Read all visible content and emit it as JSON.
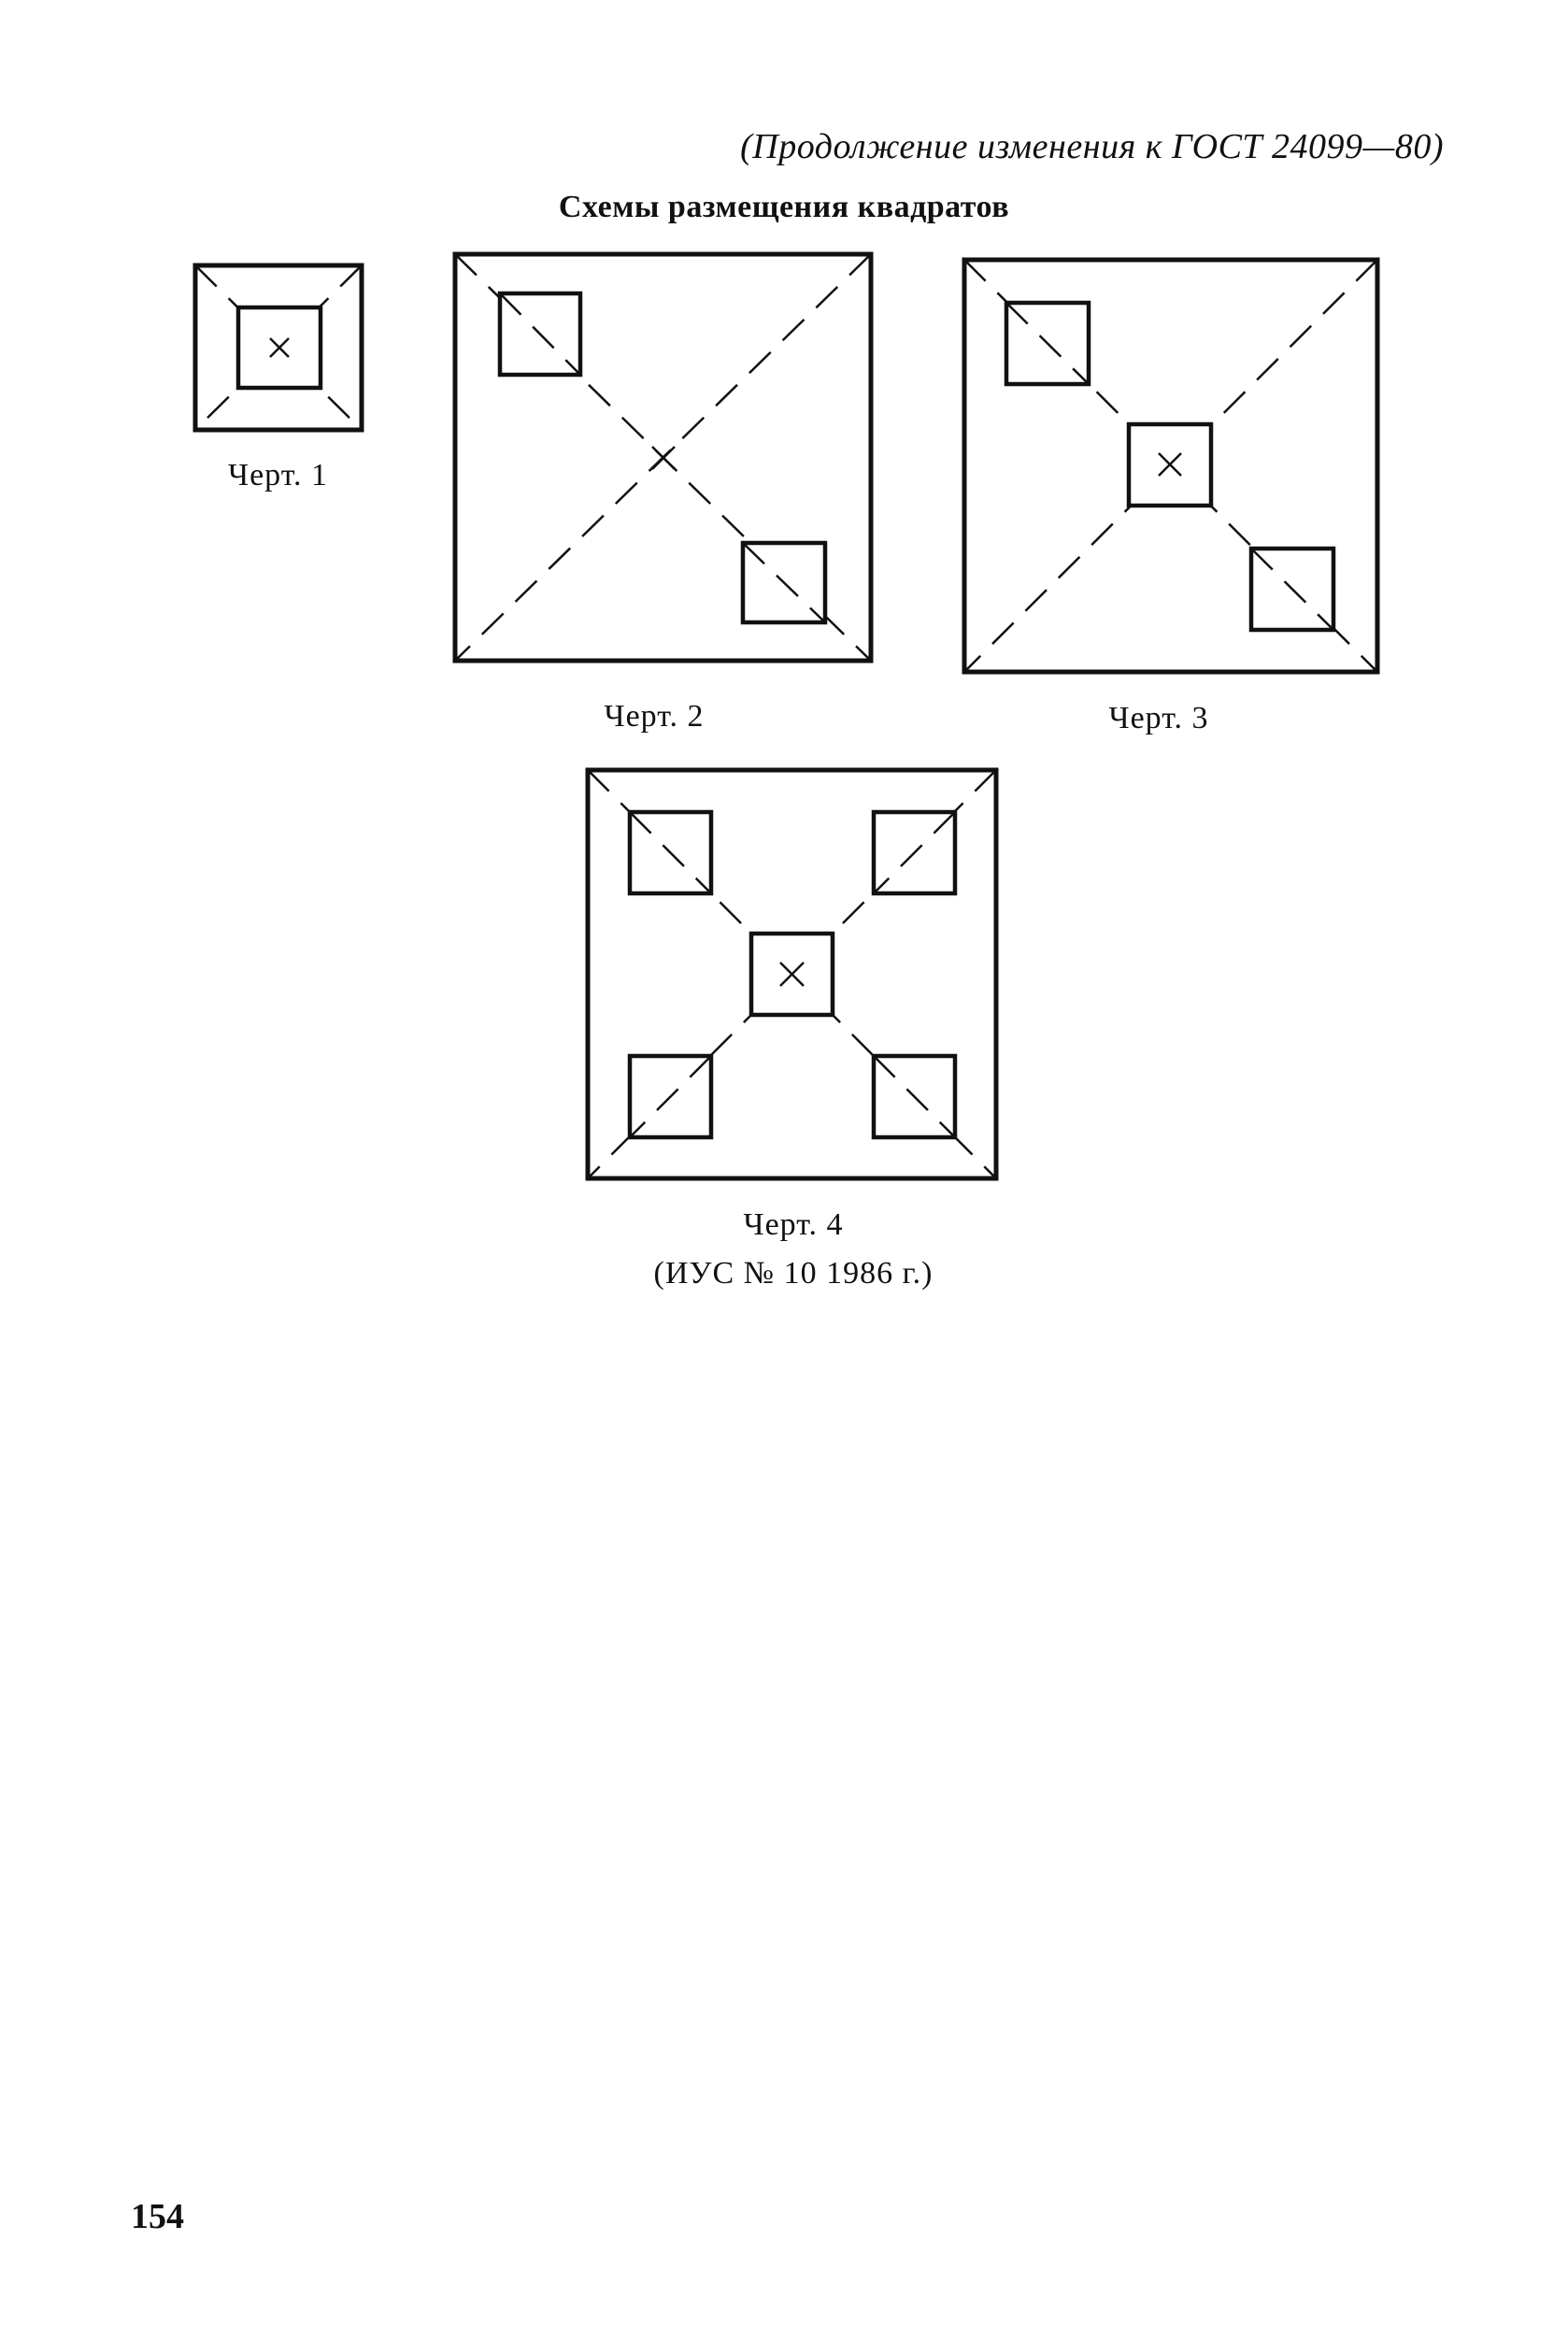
{
  "document": {
    "header_note": "(Продолжение изменения к ГОСТ 24099—80)",
    "title": "Схемы размещения квадратов",
    "page_number": "154",
    "footnote": "(ИУС № 10 1986 г.)"
  },
  "drawings": [
    {
      "caption": "Черт. 1"
    },
    {
      "caption": "Черт. 2"
    },
    {
      "caption": "Черт. 3"
    },
    {
      "caption": "Черт. 4"
    }
  ]
}
